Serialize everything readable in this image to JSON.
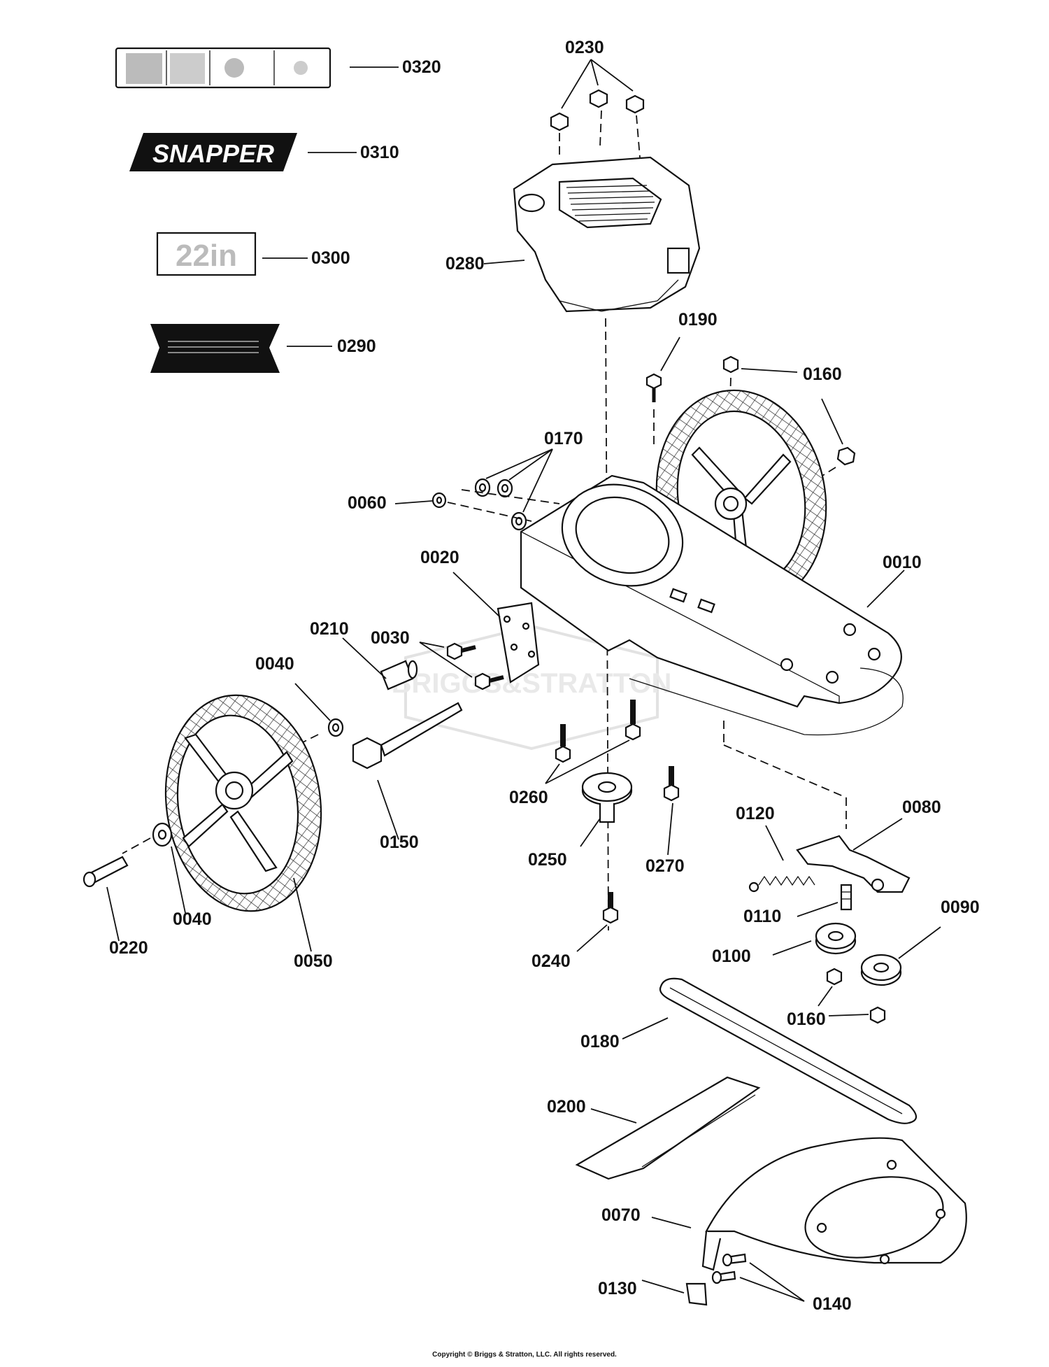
{
  "labels": {
    "p0320": "0320",
    "p0310": "0310",
    "p0300": "0300",
    "p0290": "0290",
    "p0230": "0230",
    "p0280": "0280",
    "p0190": "0190",
    "p0160a": "0160",
    "p0170": "0170",
    "p0060": "0060",
    "p0010": "0010",
    "p0020": "0020",
    "p0210": "0210",
    "p0030": "0030",
    "p0040a": "0040",
    "p0150": "0150",
    "p0260": "0260",
    "p0250": "0250",
    "p0270": "0270",
    "p0120": "0120",
    "p0080": "0080",
    "p0040b": "0040",
    "p0220": "0220",
    "p0050": "0050",
    "p0240": "0240",
    "p0110": "0110",
    "p0100": "0100",
    "p0090": "0090",
    "p0160b": "0160",
    "p0180": "0180",
    "p0200": "0200",
    "p0070": "0070",
    "p0130": "0130",
    "p0140": "0140"
  },
  "decals": {
    "brand": "SNAPPER",
    "size": "22in"
  },
  "watermark": "BRIGGS&STRATTON",
  "copyright": "Copyright © Briggs & Stratton, LLC. All rights reserved."
}
